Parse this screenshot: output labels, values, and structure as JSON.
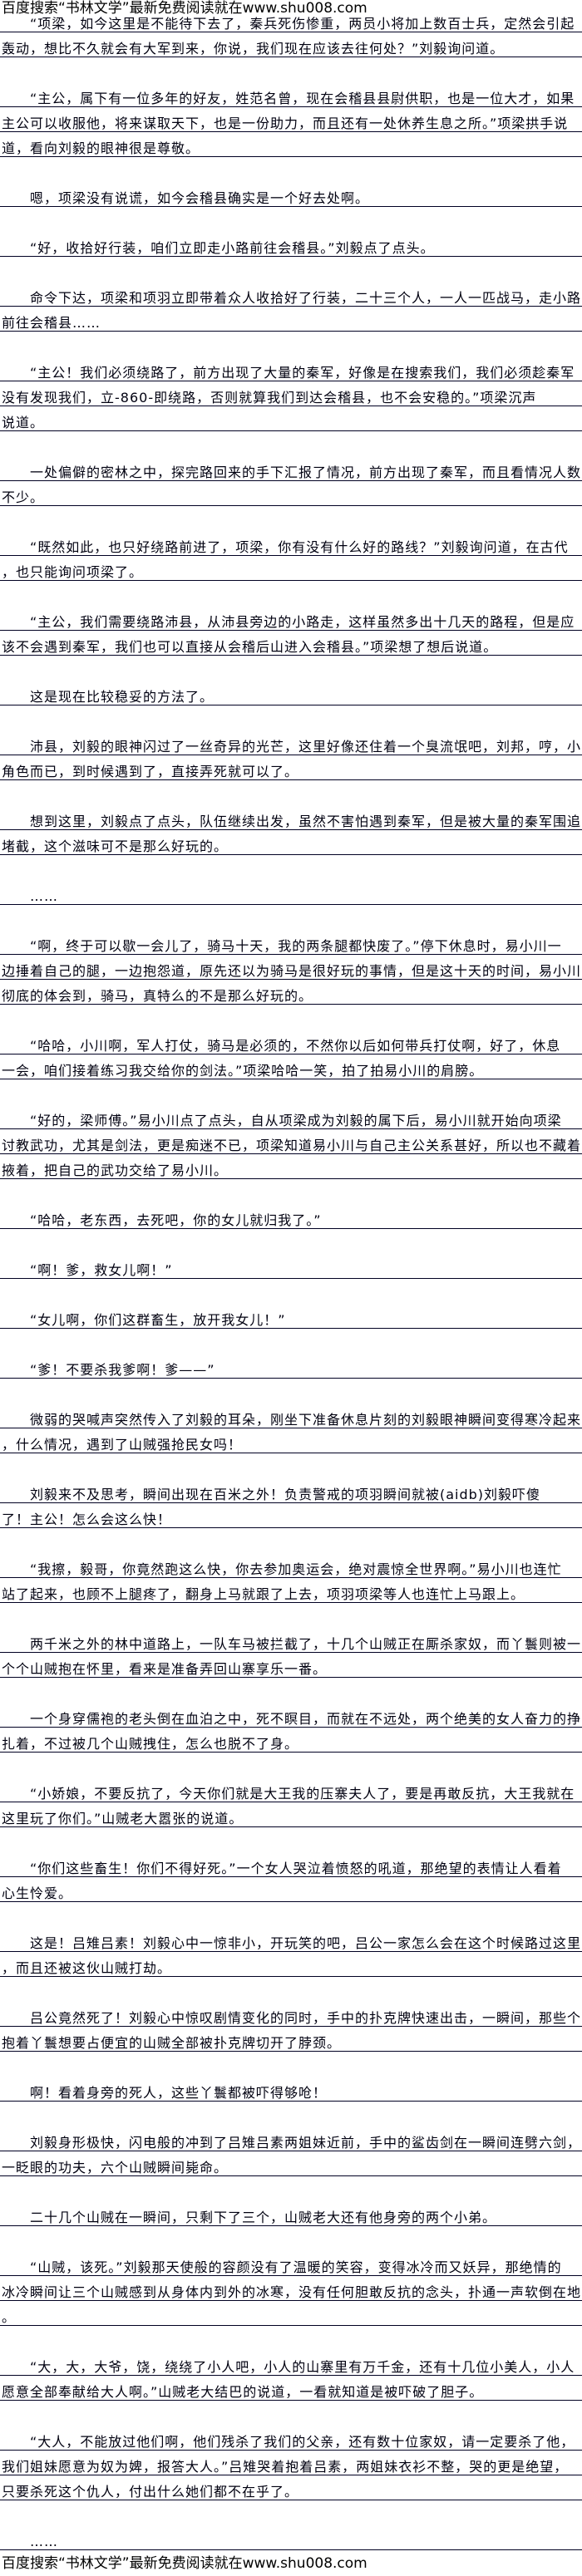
{
  "banner": "百度搜索“书林文学”最新免费阅读就在www.shu008.com",
  "paragraphs": [
    [
      "“项梁，如今这里是不能待下去了，秦兵死伤惨重，两员小将加上数百士兵，定然会引起",
      "轰动，想比不久就会有大军到来，你说，我们现在应该去往何处？”刘毅询问道。"
    ],
    [
      "“主公，属下有一位多年的好友，姓范名曾，现在会稽县县尉供职，也是一位大才，如果",
      "主公可以收服他，将来谋取天下，也是一份助力，而且还有一处休养生息之所。”项梁拱手说",
      "道，看向刘毅的眼神很是尊敬。"
    ],
    [
      "嗯，项梁没有说谎，如今会稽县确实是一个好去处啊。"
    ],
    [
      "“好，收拾好行装，咱们立即走小路前往会稽县。”刘毅点了点头。"
    ],
    [
      "命令下达，项梁和项羽立即带着众人收拾好了行装，二十三个人，一人一匹战马，走小路",
      "前往会稽县……"
    ],
    [
      "“主公！我们必须绕路了，前方出现了大量的秦军，好像是在搜索我们，我们必须趁秦军",
      "没有发现我们，立-860-即绕路，否则就算我们到达会稽县，也不会安稳的。”项梁沉声",
      "说道。"
    ],
    [
      "一处偏僻的密林之中，探完路回来的手下汇报了情况，前方出现了秦军，而且看情况人数",
      "不少。"
    ],
    [
      "“既然如此，也只好绕路前进了，项梁，你有没有什么好的路线？”刘毅询问道，在古代",
      "，也只能询问项梁了。"
    ],
    [
      "“主公，我们需要绕路沛县，从沛县旁边的小路走，这样虽然多出十几天的路程，但是应",
      "该不会遇到秦军，我们也可以直接从会稽后山进入会稽县。”项梁想了想后说道。"
    ],
    [
      "这是现在比较稳妥的方法了。"
    ],
    [
      "沛县，刘毅的眼神闪过了一丝奇异的光芒，这里好像还住着一个臭流氓吧，刘邦，哼，小",
      "角色而已，到时候遇到了，直接弄死就可以了。"
    ],
    [
      "想到这里，刘毅点了点头，队伍继续出发，虽然不害怕遇到秦军，但是被大量的秦军围追",
      "堵截，这个滋味可不是那么好玩的。"
    ],
    [
      "……"
    ],
    [
      "“啊，终于可以歇一会儿了，骑马十天，我的两条腿都快废了。”停下休息时，易小川一",
      "边捶着自己的腿，一边抱怨道，原先还以为骑马是很好玩的事情，但是这十天的时间，易小川",
      "彻底的体会到，骑马，真特么的不是那么好玩的。"
    ],
    [
      "“哈哈，小川啊，军人打仗，骑马是必须的，不然你以后如何带兵打仗啊，好了，休息",
      "一会，咱们接着练习我交给你的剑法。”项梁哈哈一笑，拍了拍易小川的肩膀。"
    ],
    [
      "“好的，梁师傅。”易小川点了点头，自从项梁成为刘毅的属下后，易小川就开始向项梁",
      "讨教武功，尤其是剑法，更是痴迷不已，项梁知道易小川与自己主公关系甚好，所以也不藏着",
      "掖着，把自己的武功交给了易小川。"
    ],
    [
      "“哈哈，老东西，去死吧，你的女儿就归我了。”"
    ],
    [
      "“啊！爹，救女儿啊！”"
    ],
    [
      "“女儿啊，你们这群畜生，放开我女儿！”"
    ],
    [
      "“爹！不要杀我爹啊！爹——”"
    ],
    [
      "微弱的哭喊声突然传入了刘毅的耳朵，刚坐下准备休息片刻的刘毅眼神瞬间变得寒冷起来",
      "，什么情况，遇到了山贼强抢民女吗！"
    ],
    [
      "刘毅来不及思考，瞬间出现在百米之外！负责警戒的项羽瞬间就被(aidb)刘毅吓傻",
      "了！主公！怎么会这么快！"
    ],
    [
      "“我擦，毅哥，你竟然跑这么快，你去参加奥运会，绝对震惊全世界啊。”易小川也连忙",
      "站了起来，也顾不上腿疼了，翻身上马就跟了上去，项羽项梁等人也连忙上马跟上。"
    ],
    [
      "两千米之外的林中道路上，一队车马被拦截了，十几个山贼正在厮杀家奴，而丫鬟则被一",
      "个个山贼抱在怀里，看来是准备弄回山寨享乐一番。"
    ],
    [
      "一个身穿儒袍的老头倒在血泊之中，死不瞑目，而就在不远处，两个绝美的女人奋力的挣",
      "扎着，不过被几个山贼拽住，怎么也脱不了身。"
    ],
    [
      "“小娇娘，不要反抗了，今天你们就是大王我的压寨夫人了，要是再敢反抗，大王我就在",
      "这里玩了你们。”山贼老大嚣张的说道。"
    ],
    [
      "“你们这些畜生！你们不得好死。”一个女人哭泣着愤怒的吼道，那绝望的表情让人看着",
      "心生怜爱。"
    ],
    [
      "这是！吕雉吕素！刘毅心中一惊非小，开玩笑的吧，吕公一家怎么会在这个时候路过这里",
      "，而且还被这伙山贼打劫。"
    ],
    [
      "吕公竟然死了！刘毅心中惊叹剧情变化的同时，手中的扑克牌快速出击，一瞬间，那些个",
      "抱着丫鬟想要占便宜的山贼全部被扑克牌切开了脖颈。"
    ],
    [
      "啊！看着身旁的死人，这些丫鬟都被吓得够呛！"
    ],
    [
      "刘毅身形极快，闪电般的冲到了吕雉吕素两姐妹近前，手中的鲨齿剑在一瞬间连劈六剑，",
      "一眨眼的功夫，六个山贼瞬间毙命。"
    ],
    [
      "二十几个山贼在一瞬间，只剩下了三个，山贼老大还有他身旁的两个小弟。"
    ],
    [
      "“山贼，该死。”刘毅那天使般的容颜没有了温暖的笑容，变得冰冷而又妖异，那绝情的",
      "冰冷瞬间让三个山贼感到从身体内到外的冰寒，没有任何胆敢反抗的念头，扑通一声软倒在地",
      "。"
    ],
    [
      "“大，大，大爷，饶，绕绕了小人吧，小人的山寨里有万千金，还有十几位小美人，小人",
      "愿意全部奉献给大人啊。”山贼老大结巴的说道，一看就知道是被吓破了胆子。"
    ],
    [
      "“大人，不能放过他们啊，他们残杀了我们的父亲，还有数十位家奴，请一定要杀了他，",
      "我们姐妹愿意为奴为婢，报答大人。”吕雉哭着抱着吕素，两姐妹衣衫不整，哭的更是绝望，",
      "只要杀死这个仇人，付出什么她们都不在乎了。"
    ],
    [
      "……"
    ]
  ]
}
